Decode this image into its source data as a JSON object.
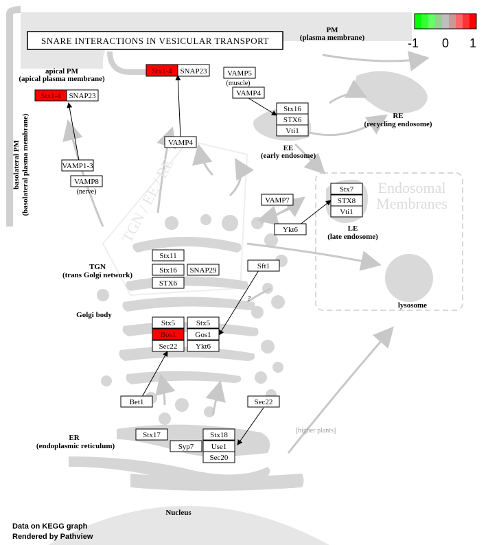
{
  "title": "SNARE INTERACTIONS IN VESICULAR TRANSPORT",
  "legend": {
    "min_label": "-1",
    "mid_label": "0",
    "max_label": "1",
    "colors": [
      "#00ff00",
      "#33ff33",
      "#66ff66",
      "#99cc99",
      "#bebebe",
      "#cc9999",
      "#ff6666",
      "#ff3333",
      "#ff0000"
    ]
  },
  "compartments": {
    "pm": "PM",
    "pm_full": "(plasma membrane)",
    "apical": "apical PM",
    "apical_full": "(apical plasma membrane)",
    "basolateral": "basolateral PM",
    "basolateral_full": "(basolateral plasma membrane)",
    "re": "RE",
    "re_full": "(recycling endosome)",
    "ee": "EE",
    "ee_full": "(early endosome)",
    "le": "LE",
    "le_full": "(late endosome)",
    "tgn": "TGN",
    "tgn_full": "(trans Golgi network)",
    "golgi": "Golgi body",
    "er": "ER",
    "er_full": "(endoplasmic reticulum)",
    "lysosome": "lysosome",
    "nucleus": "Nucleus",
    "endosomal1": "Endosomal",
    "endosomal2": "Membranes",
    "tgn_watermark": "TGN / EE / RE",
    "muscle": "(muscle)",
    "nerve": "(nerve)",
    "higher_plants": "[higher plants]",
    "question": "?"
  },
  "genes": {
    "stx14_apical": "Stx1-4",
    "snap23_apical": "SNAP23",
    "stx14_pm": "Stx1-4",
    "snap23_pm": "SNAP23",
    "vamp5": "VAMP5",
    "vamp4_top": "VAMP4",
    "stx16_ee": "Stx16",
    "stx6_ee": "STX6",
    "vti1_ee": "Vti1",
    "vamp4": "VAMP4",
    "vamp13": "VAMP1-3",
    "vamp8": "VAMP8",
    "vamp7": "VAMP7",
    "ykt6_le": "Ykt6",
    "stx7": "Stx7",
    "stx8": "STX8",
    "vti1_le": "Vti1",
    "stx11": "Stx11",
    "stx16_tgn": "Stx16",
    "snap29": "SNAP29",
    "stx6_tgn": "STX6",
    "sft1": "Sft1",
    "stx5_a": "Stx5",
    "stx5_b": "Stx5",
    "bos1": "Bos1",
    "gos1": "Gos1",
    "sec22_golgi": "Sec22",
    "ykt6_golgi": "Ykt6",
    "bet1": "Bet1",
    "sec22_er": "Sec22",
    "stx17": "Stx17",
    "stx18": "Stx18",
    "syp7": "Syp7",
    "use1": "Use1",
    "sec20": "Sec20"
  },
  "footer": {
    "line1": "Data on KEGG graph",
    "line2": "Rendered by Pathview"
  },
  "highlight_color": "#ff0000"
}
